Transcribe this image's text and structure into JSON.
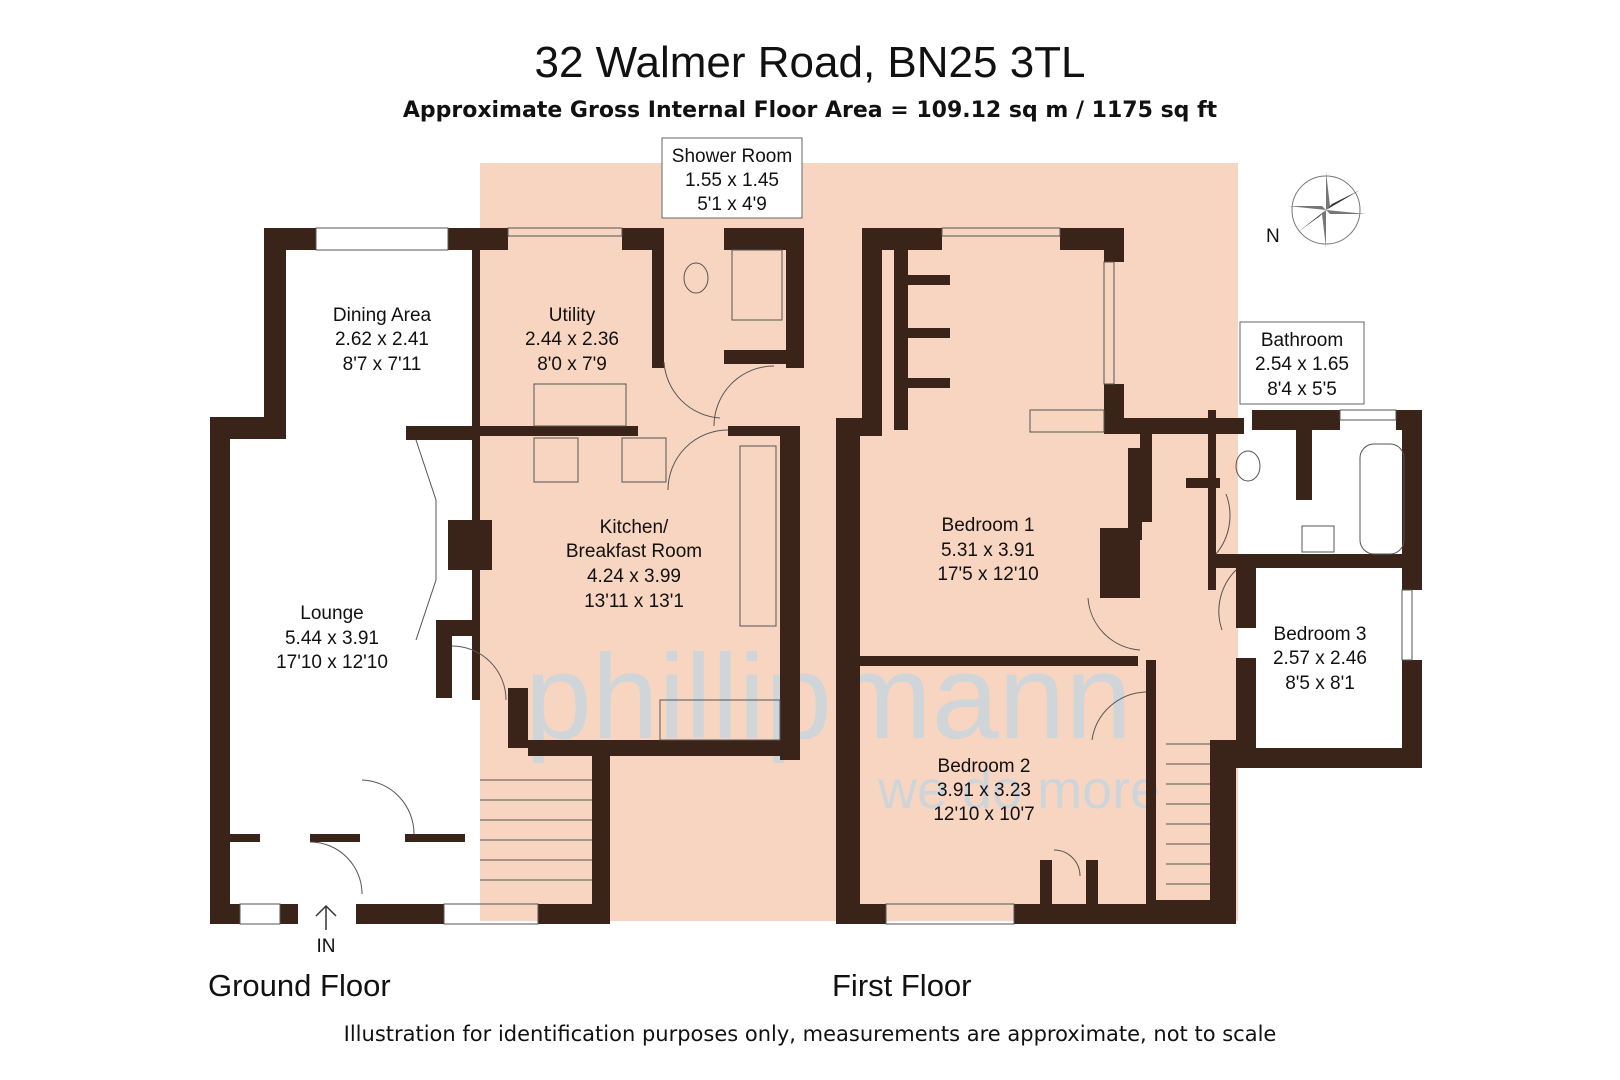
{
  "header": {
    "title": "32 Walmer Road, BN25 3TL",
    "subtitle": "Approximate Gross Internal Floor Area = 109.12 sq m / 1175 sq ft"
  },
  "rooms": {
    "shower_room": {
      "name": "Shower Room",
      "metric": "1.55 x 1.45",
      "imperial": "5'1 x 4'9"
    },
    "dining_area": {
      "name": "Dining Area",
      "metric": "2.62 x 2.41",
      "imperial": "8'7 x 7'11"
    },
    "utility": {
      "name": "Utility",
      "metric": "2.44 x 2.36",
      "imperial": "8'0 x 7'9"
    },
    "kitchen": {
      "name1": "Kitchen/",
      "name2": "Breakfast Room",
      "metric": "4.24 x 3.99",
      "imperial": "13'11 x 13'1"
    },
    "lounge": {
      "name": "Lounge",
      "metric": "5.44 x 3.91",
      "imperial": "17'10 x 12'10"
    },
    "bedroom1": {
      "name": "Bedroom 1",
      "metric": "5.31 x 3.91",
      "imperial": "17'5 x 12'10"
    },
    "bathroom": {
      "name": "Bathroom",
      "metric": "2.54 x 1.65",
      "imperial": "8'4 x 5'5"
    },
    "bedroom3": {
      "name": "Bedroom 3",
      "metric": "2.57 x 2.46",
      "imperial": "8'5 x 8'1"
    },
    "bedroom2": {
      "name": "Bedroom 2",
      "metric": "3.91 x 3.23",
      "imperial": "12'10 x 10'7"
    }
  },
  "compass": {
    "label": "N"
  },
  "entrance": {
    "label": "IN"
  },
  "watermark": {
    "brand": "phillipmann",
    "tagline": "we do more"
  },
  "floors": {
    "ground": "Ground Floor",
    "first": "First Floor"
  },
  "footer": {
    "disclaimer": "Illustration for identification purposes only, measurements are approximate, not to scale"
  },
  "colors": {
    "wall": "#3a2319",
    "highlight": "#f8d5c0",
    "watermark": "#c9d5de"
  }
}
